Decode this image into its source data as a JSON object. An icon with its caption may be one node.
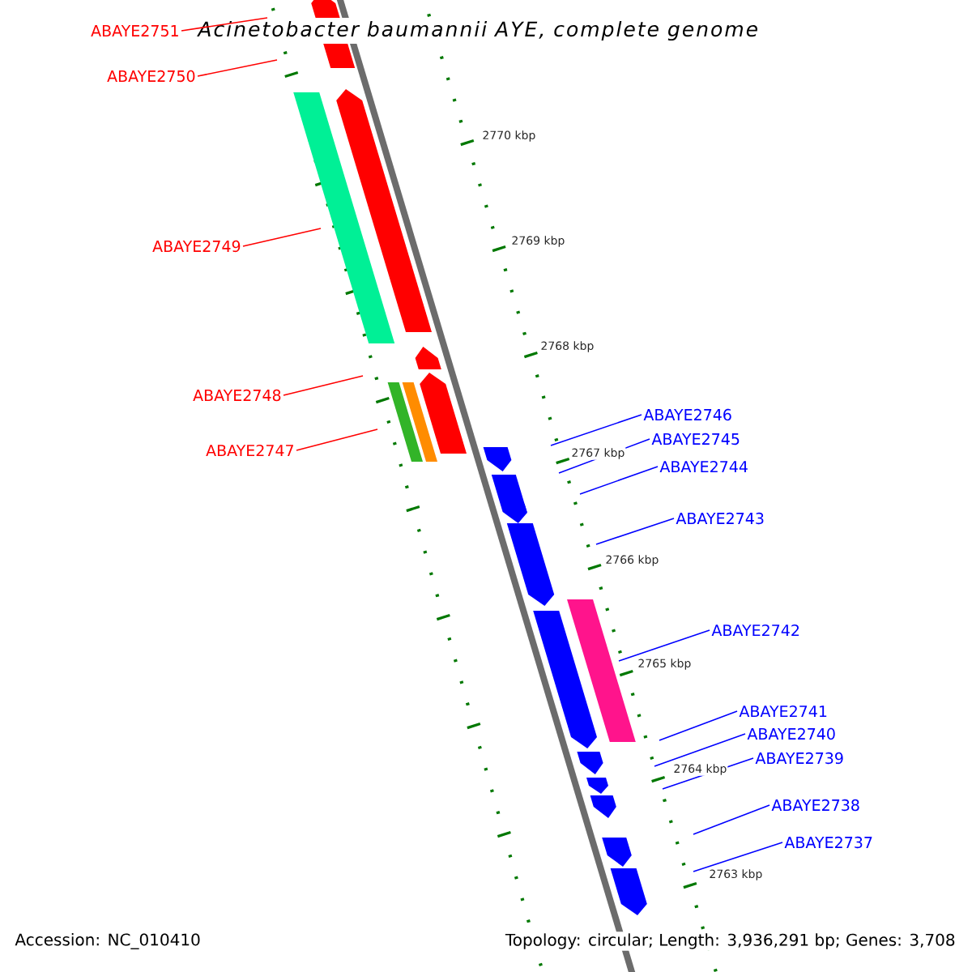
{
  "diagram": {
    "title": "Acinetobacter baumannii AYE, complete genome",
    "nodes": [
      {
        "text": [
          "ABAYE2751"
        ]
      },
      {
        "text": [
          "ABAYE2750"
        ]
      },
      {
        "text": [
          "ABAYE2749"
        ]
      },
      {
        "text": [
          "ABAYE2748"
        ]
      },
      {
        "text": [
          "ABAYE2747"
        ]
      },
      {
        "text": [
          "ABAYE2746"
        ]
      },
      {
        "text": [
          "ABAYE2745"
        ]
      },
      {
        "text": [
          "ABAYE2744"
        ]
      },
      {
        "text": [
          "ABAYE2743"
        ]
      },
      {
        "text": [
          "ABAYE2742"
        ]
      },
      {
        "text": [
          "ABAYE2741"
        ]
      },
      {
        "text": [
          "ABAYE2740"
        ]
      },
      {
        "text": [
          "ABAYE2739"
        ]
      },
      {
        "text": [
          "ABAYE2738"
        ]
      },
      {
        "text": [
          "ABAYE2737"
        ]
      }
    ],
    "edges": [
      {
        "from": 0,
        "to": null,
        "arrow": "none",
        "color": "#ff0000"
      },
      {
        "from": 1,
        "to": null,
        "arrow": "none",
        "color": "#ff0000"
      },
      {
        "from": 2,
        "to": null,
        "arrow": "none",
        "color": "#ff0000"
      },
      {
        "from": 3,
        "to": null,
        "arrow": "none",
        "color": "#ff0000"
      },
      {
        "from": 4,
        "to": null,
        "arrow": "none",
        "color": "#ff0000"
      },
      {
        "from": 5,
        "to": null,
        "arrow": "none"
      },
      {
        "from": 6,
        "to": null,
        "arrow": "none"
      },
      {
        "from": 7,
        "to": null,
        "arrow": "none"
      },
      {
        "from": 8,
        "to": null,
        "arrow": "none"
      },
      {
        "from": 9,
        "to": null,
        "arrow": "none"
      },
      {
        "from": 10,
        "to": null,
        "arrow": "none"
      },
      {
        "from": 11,
        "to": null,
        "arrow": "none"
      },
      {
        "from": 12,
        "to": null,
        "arrow": "none"
      },
      {
        "from": 13,
        "to": null,
        "arrow": "none"
      },
      {
        "from": 14,
        "to": null,
        "arrow": "none"
      }
    ],
    "labels": [
      "2770 kbp",
      "2769 kbp",
      "2768 kbp",
      "2767 kbp",
      "2766 kbp",
      "2765 kbp",
      "2764 kbp",
      "2763 kbp",
      "Accession: NC_010410",
      "Topology: circular; Length: 3,936,291 bp; Genes: 3,708"
    ]
  }
}
